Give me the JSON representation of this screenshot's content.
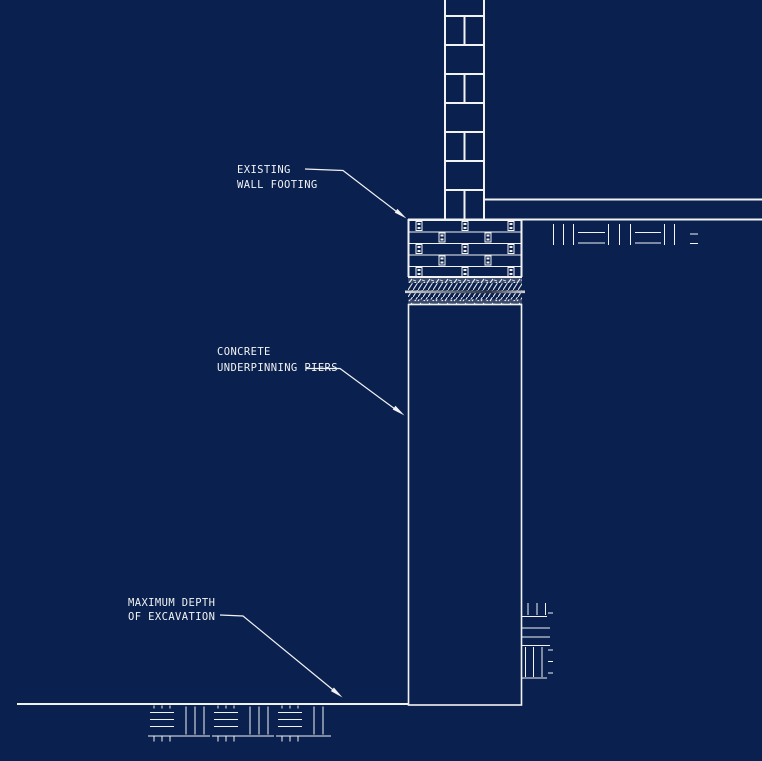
{
  "drawing": {
    "type": "cad-section-detail",
    "labels": {
      "existing_wall_footing": {
        "line1": "EXISTING",
        "line2": "WALL FOOTING"
      },
      "concrete_underpinning_piers": {
        "line1": "CONCRETE",
        "line2": "UNDERPINNING PIERS"
      },
      "maximum_depth_of_excavation": {
        "line1": "MAXIMUM DEPTH",
        "line2": "OF EXCAVATION"
      }
    }
  },
  "colors": {
    "background": "#0a2150",
    "line": "#f2f2f2",
    "dim": "#c7ccd6",
    "steel": "#9aa4b4"
  }
}
